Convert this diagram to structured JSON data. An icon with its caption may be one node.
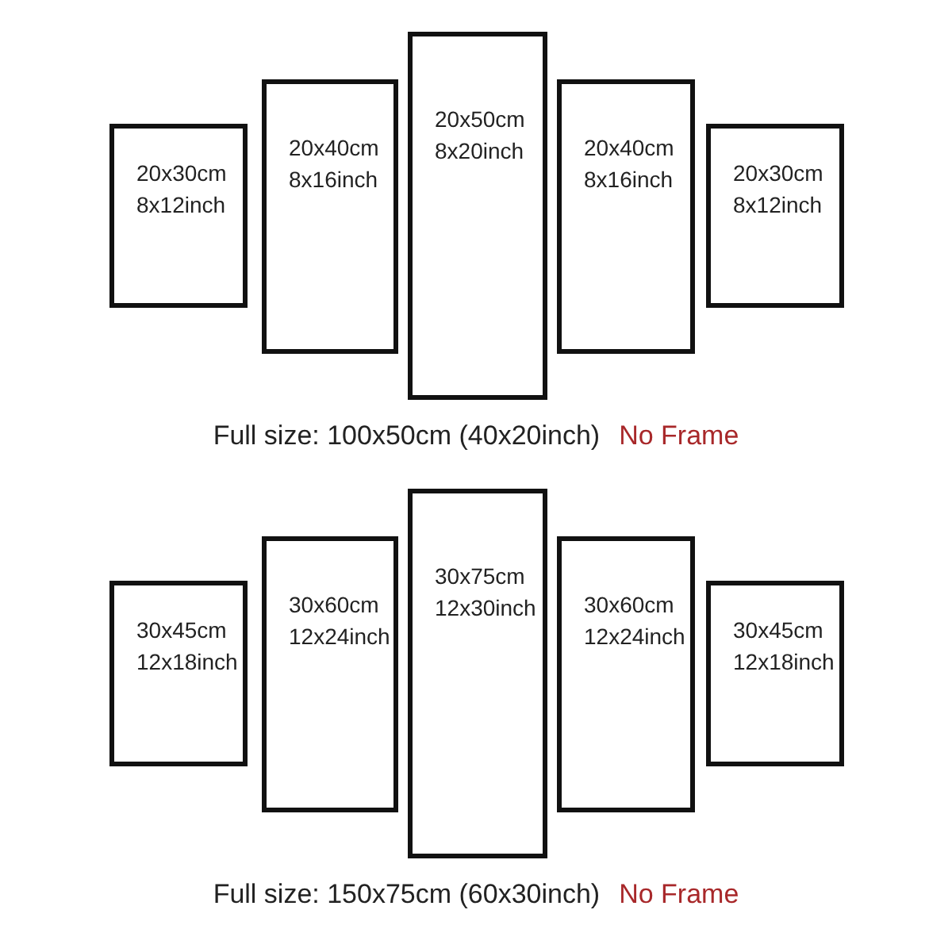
{
  "diagram": {
    "nodes": [
      {
        "text": [
          "20x30cm",
          "8x12inch"
        ]
      },
      {
        "text": [
          "20x40cm",
          "8x16inch"
        ]
      },
      {
        "text": [
          "20x50cm",
          "8x20inch"
        ]
      },
      {
        "text": [
          "20x40cm",
          "8x16inch"
        ]
      },
      {
        "text": [
          "20x30cm",
          "8x12inch"
        ]
      },
      {
        "text": [
          "30x45cm",
          "12x18inch"
        ]
      },
      {
        "text": [
          "30x60cm",
          "12x24inch"
        ]
      },
      {
        "text": [
          "30x75cm",
          "12x30inch"
        ]
      },
      {
        "text": [
          "30x60cm",
          "12x24inch"
        ]
      },
      {
        "text": [
          "30x45cm",
          "12x18inch"
        ]
      }
    ],
    "labels": [
      "Full size: 100x50cm (40x20inch)",
      "No Frame",
      "Full size: 150x75cm (60x30inch)",
      "No Frame"
    ]
  }
}
